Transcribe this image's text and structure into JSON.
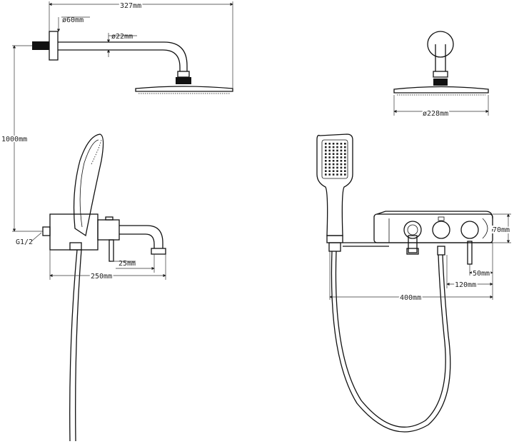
{
  "dimensions": {
    "arm_length": "327mm",
    "flange_diameter": "ø60mm",
    "arm_diameter": "ø22mm",
    "total_height": "1000mm",
    "inlet_thread": "G1/2",
    "spout_drop": "25mm",
    "mixer_depth": "250mm",
    "head_diameter": "ø228mm",
    "body_height": "70mm",
    "valve_spacing": "50mm",
    "handle_offset": "120mm",
    "body_width": "400mm"
  }
}
